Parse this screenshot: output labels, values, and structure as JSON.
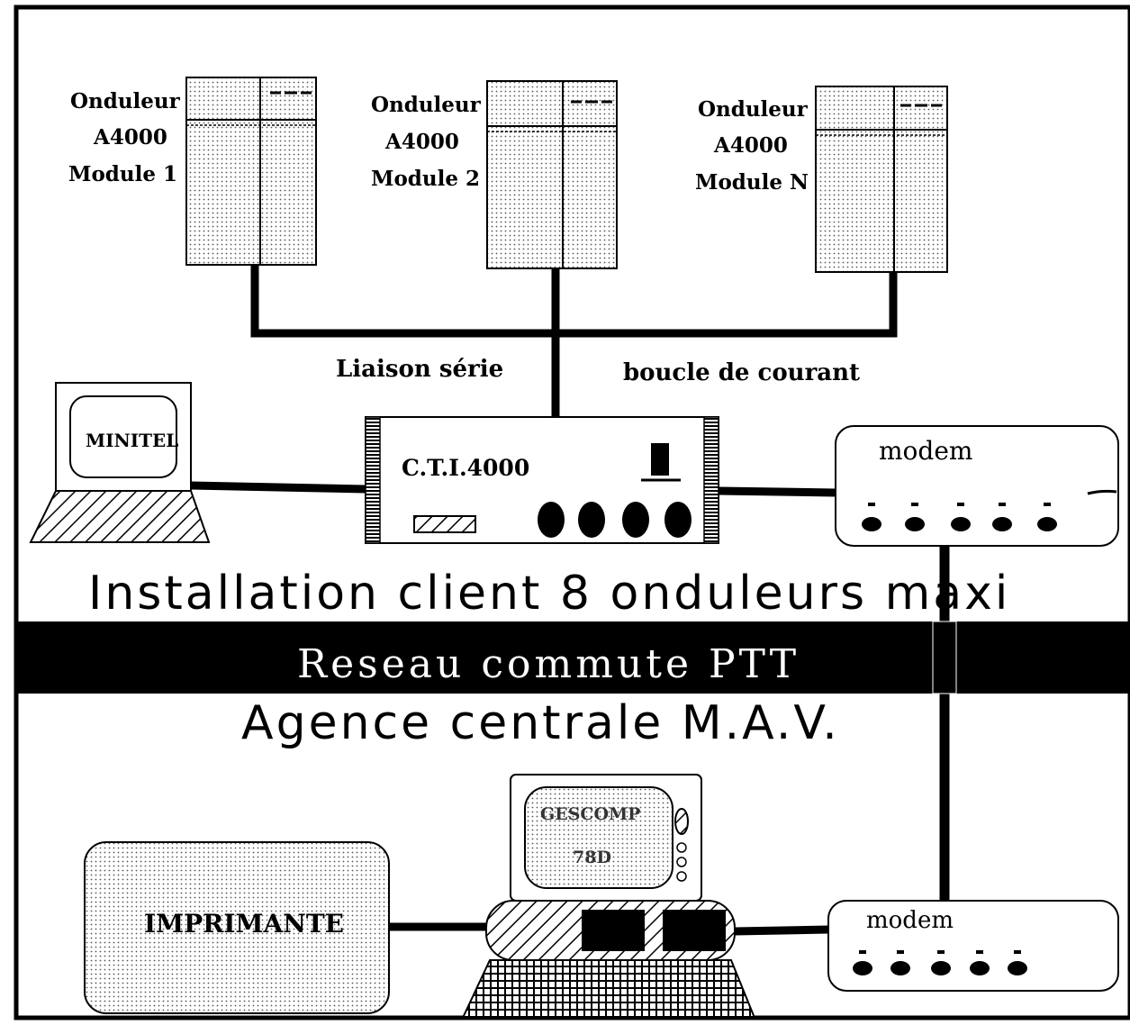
{
  "ups_units": [
    {
      "line1": "Onduleur",
      "line2": "A4000",
      "line3": "Module 1"
    },
    {
      "line1": "Onduleur",
      "line2": "A4000",
      "line3": "Module 2"
    },
    {
      "line1": "Onduleur",
      "line2": "A4000",
      "line3": "Module N"
    }
  ],
  "links": {
    "serial": "Liaison série",
    "current_loop": "boucle de courant"
  },
  "minitel": {
    "label": "MINITEL"
  },
  "cti": {
    "label": "C.T.I.4000"
  },
  "modem_client": {
    "label": "modem"
  },
  "modem_agency": {
    "label": "modem"
  },
  "sections": {
    "client": "Installation client 8 onduleurs maxi",
    "network": "Reseau commute PTT",
    "agency": "Agence centrale M.A.V."
  },
  "gescomp": {
    "line1": "GESCOMP",
    "line2": "78D"
  },
  "printer": {
    "label": "IMPRIMANTE"
  },
  "colors": {
    "ink": "#000000",
    "paper": "#ffffff",
    "dots": "#9a9a9a"
  }
}
